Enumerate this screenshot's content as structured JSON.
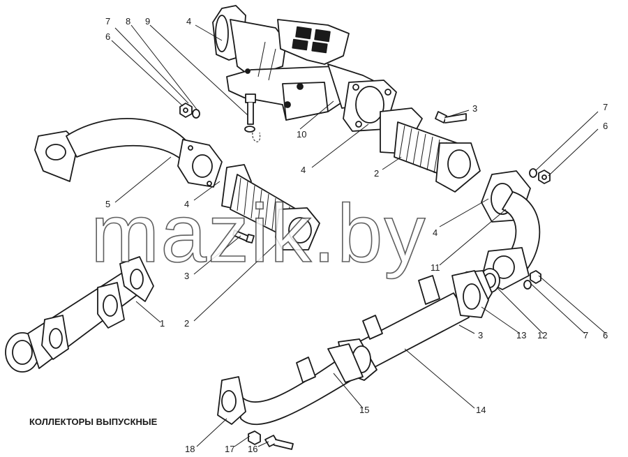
{
  "caption": "КОЛЛЕКТОРЫ ВЫПУСКНЫЕ",
  "watermark": "mazik.by",
  "callouts": {
    "c1": "1",
    "c2a": "2",
    "c2b": "2",
    "c3a": "3",
    "c3b": "3",
    "c3c": "3",
    "c4a": "4",
    "c4b": "4",
    "c4c": "4",
    "c4d": "4",
    "c5": "5",
    "c6a": "6",
    "c6b": "6",
    "c6c": "6",
    "c7a": "7",
    "c7b": "7",
    "c7c": "7",
    "c8": "8",
    "c9": "9",
    "c10": "10",
    "c11": "11",
    "c12": "12",
    "c13": "13",
    "c14": "14",
    "c15": "15",
    "c16": "16",
    "c17": "17",
    "c18": "18"
  }
}
